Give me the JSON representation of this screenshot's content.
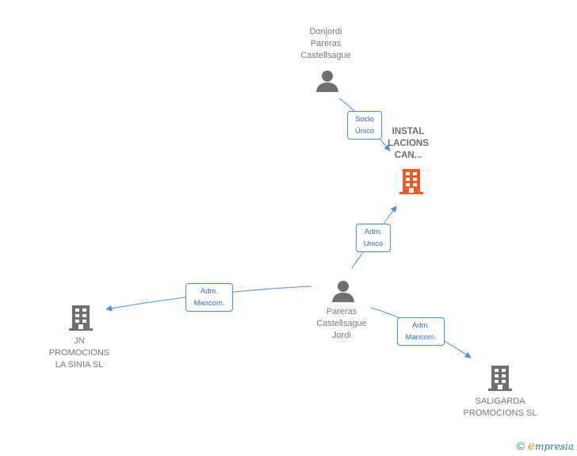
{
  "diagram": {
    "nodes": [
      {
        "id": "donjordi",
        "type": "person",
        "label": "Donjordi\nPareras\nCastellsague"
      },
      {
        "id": "instal",
        "type": "company-main",
        "label": "INSTAL\nLACIONS\nCAN..."
      },
      {
        "id": "pareras",
        "type": "person",
        "label": "Pareras\nCastellsague\nJordi"
      },
      {
        "id": "jn",
        "type": "company",
        "label": "JN\nPROMOCIONS\nLA SINIA SL"
      },
      {
        "id": "saligarda",
        "type": "company",
        "label": "SALIGARDA\nPROMOCIONS SL"
      }
    ],
    "edges": [
      {
        "from": "donjordi",
        "to": "instal",
        "label": "Socio\nÚnico"
      },
      {
        "from": "pareras",
        "to": "instal",
        "label": "Adm.\nUnico"
      },
      {
        "from": "pareras",
        "to": "jn",
        "label": "Adm.\nMancom."
      },
      {
        "from": "pareras",
        "to": "saligarda",
        "label": "Adm.\nMancom."
      }
    ]
  },
  "colors": {
    "edge": "#4a90e2",
    "person_icon": "#6f6f6f",
    "company_icon": "#6f6f6f",
    "main_company_icon": "#f15a29"
  },
  "footer": {
    "copyright_symbol": "©",
    "brand_initial": "e",
    "brand_rest": "mpresia"
  }
}
